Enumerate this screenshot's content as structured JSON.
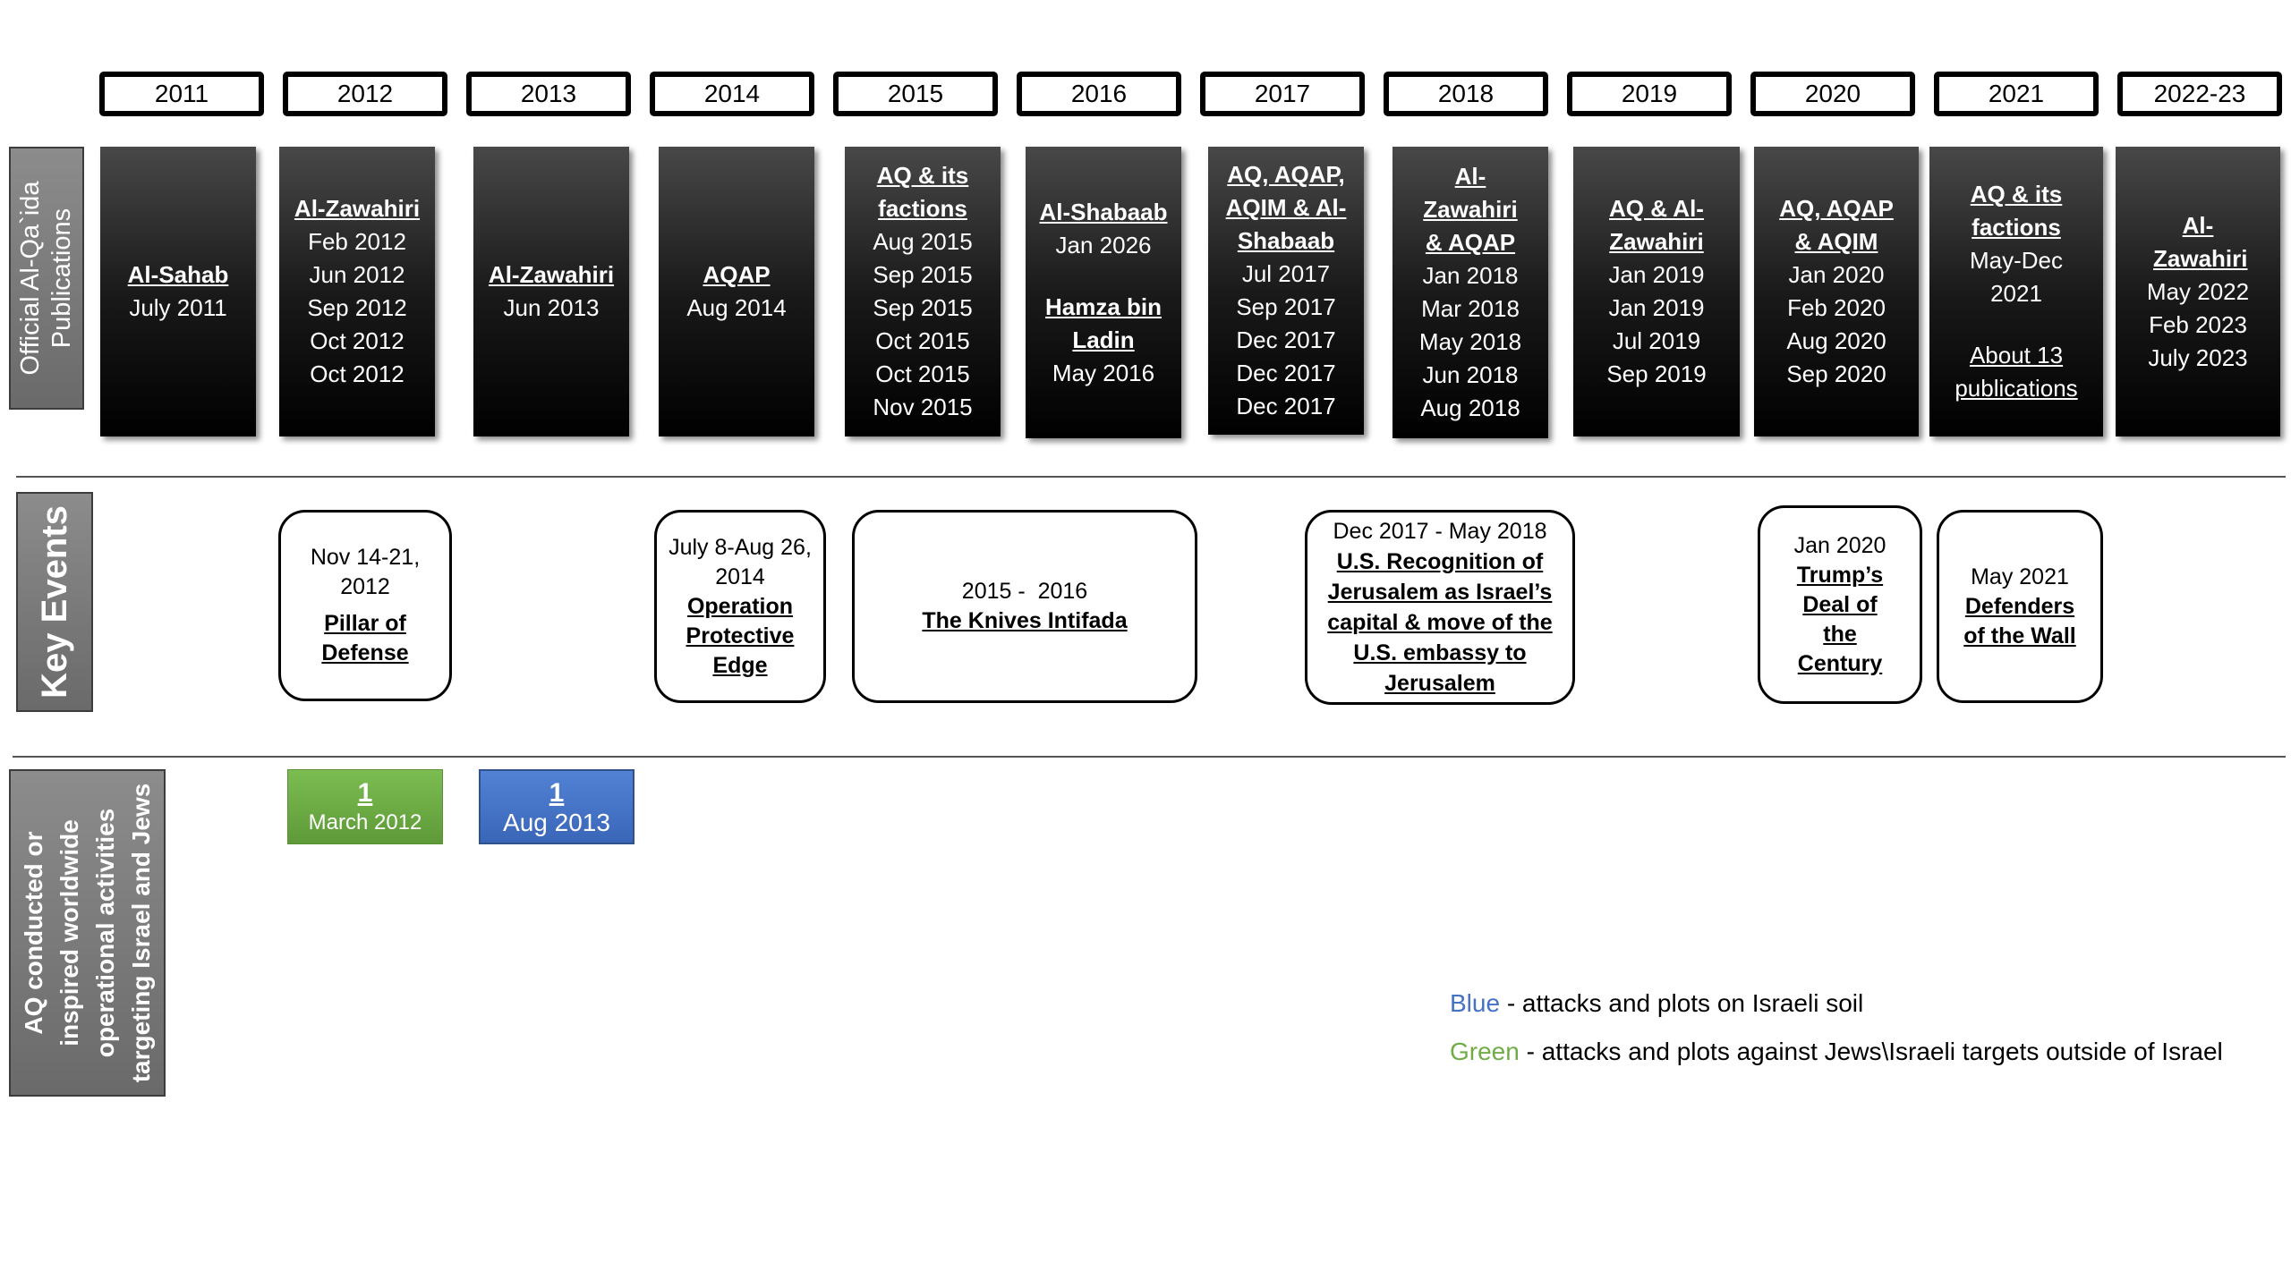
{
  "colors": {
    "blue": "#4472C4",
    "green": "#70AD47"
  },
  "years": [
    "2011",
    "2012",
    "2013",
    "2014",
    "2015",
    "2016",
    "2017",
    "2018",
    "2019",
    "2020",
    "2021",
    "2022-23"
  ],
  "labels": {
    "publications": [
      "Official Al-Qa`ida",
      "Publications"
    ],
    "events": "Key Events",
    "activities": [
      "AQ conducted or",
      "inspired worldwide",
      "operational activities",
      "targeting Israel and Jews"
    ]
  },
  "publications": [
    {
      "title": "Al-Sahab",
      "dates": [
        "July 2011"
      ]
    },
    {
      "title": "Al-Zawahiri",
      "dates": [
        "Feb 2012",
        "Jun 2012",
        "Sep 2012",
        "Oct 2012",
        "Oct 2012"
      ]
    },
    {
      "title": "Al-Zawahiri",
      "dates": [
        "Jun 2013"
      ]
    },
    {
      "title": "AQAP",
      "dates": [
        "Aug 2014"
      ]
    },
    {
      "title": "AQ & its factions",
      "dates": [
        "Aug 2015",
        "Sep 2015",
        "Sep 2015",
        "Oct 2015",
        "Oct 2015",
        "Nov 2015"
      ]
    },
    {
      "title": "Al-Shabaab",
      "dates": [
        "Jan 2026"
      ],
      "title2": "Hamza bin Ladin",
      "dates2": [
        "May 2016"
      ]
    },
    {
      "title": "AQ,  AQAP, AQIM & Al-Shabaab",
      "dates": [
        "Jul 2017",
        "Sep 2017",
        "Dec 2017",
        "Dec 2017",
        "Dec 2017"
      ]
    },
    {
      "title": "Al-Zawahiri & AQAP",
      "dates": [
        "Jan 2018",
        "Mar 2018",
        "May 2018",
        "Jun 2018",
        "Aug 2018"
      ]
    },
    {
      "title": "AQ & Al-Zawahiri",
      "dates": [
        "Jan 2019",
        "Jan 2019",
        "Jul 2019",
        "Sep 2019"
      ]
    },
    {
      "title": "AQ, AQAP & AQIM",
      "dates": [
        "Jan 2020",
        "Feb 2020",
        "Aug 2020",
        "Sep 2020"
      ]
    },
    {
      "title": "AQ & its factions",
      "dates": [
        "May-Dec 2021"
      ],
      "title2": "About 13 publications",
      "dates2": []
    },
    {
      "title": "Al-Zawahiri",
      "dates": [
        "May 2022",
        "Feb 2023",
        "July 2023"
      ]
    }
  ],
  "events": [
    {
      "date": "Nov 14-21, 2012",
      "title": "Pillar of Defense"
    },
    {
      "date": "July 8-Aug 26, 2014",
      "title": "Operation Protective Edge"
    },
    {
      "date": "2015 -  2016",
      "title": "The Knives Intifada"
    },
    {
      "date": "Dec 2017 - May 2018",
      "title": "U.S. Recognition of Jerusalem as Israel’s capital  & move of the U.S. embassy to Jerusalem"
    },
    {
      "date": "Jan 2020",
      "title": "Trump’s Deal of the Century"
    },
    {
      "date": "May 2021",
      "title": "Defenders of the Wall"
    }
  ],
  "attacks": [
    {
      "count": "1",
      "date": "March 2012",
      "color": "green"
    },
    {
      "count": "1",
      "date": "Aug 2013",
      "color": "blue"
    }
  ],
  "legend": [
    {
      "color_word": "Blue",
      "text": " - attacks and plots on Israeli soil",
      "color": "blue"
    },
    {
      "color_word": "Green",
      "text": " - attacks and plots against Jews\\Israeli targets outside of Israel",
      "color": "green"
    }
  ]
}
